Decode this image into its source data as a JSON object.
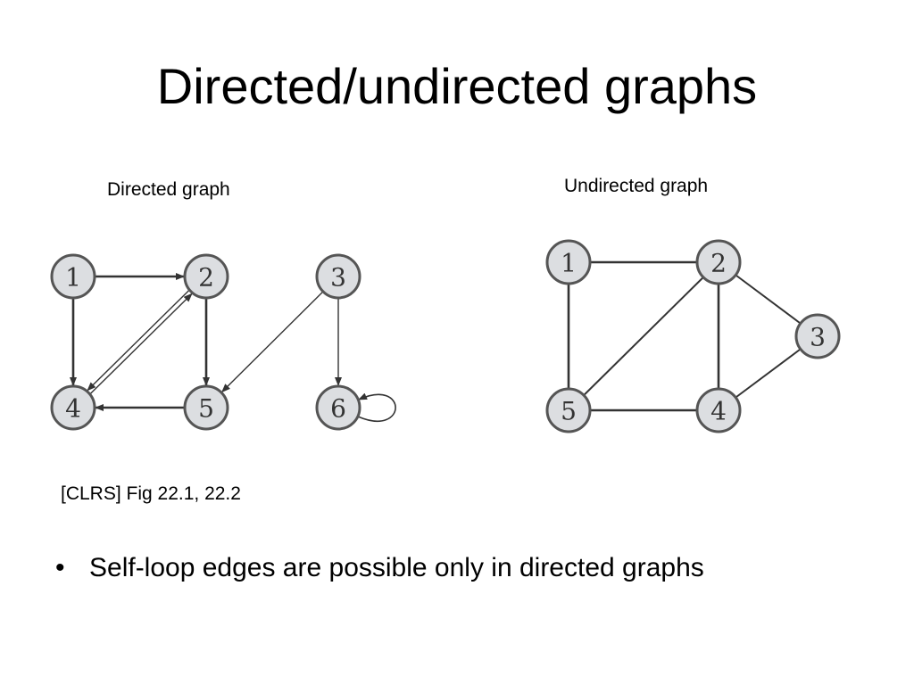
{
  "slide": {
    "title": "Directed/undirected graphs",
    "directed_caption": "Directed graph",
    "undirected_caption": "Undirected graph",
    "source_caption": "[CLRS] Fig 22.1, 22.2"
  },
  "bullets": [
    {
      "marker": "•",
      "text": "Self-loop edges are possible only in directed graphs"
    }
  ],
  "directed_graph": {
    "nodes": [
      "1",
      "2",
      "3",
      "4",
      "5",
      "6"
    ],
    "edges": [
      {
        "from": "1",
        "to": "2"
      },
      {
        "from": "1",
        "to": "4"
      },
      {
        "from": "2",
        "to": "5"
      },
      {
        "from": "5",
        "to": "4"
      },
      {
        "from": "4",
        "to": "2"
      },
      {
        "from": "2",
        "to": "4"
      },
      {
        "from": "3",
        "to": "5"
      },
      {
        "from": "3",
        "to": "6"
      },
      {
        "from": "6",
        "to": "6"
      }
    ]
  },
  "undirected_graph": {
    "nodes": [
      "1",
      "2",
      "3",
      "4",
      "5"
    ],
    "edges": [
      {
        "from": "1",
        "to": "2"
      },
      {
        "from": "1",
        "to": "5"
      },
      {
        "from": "2",
        "to": "5"
      },
      {
        "from": "2",
        "to": "4"
      },
      {
        "from": "2",
        "to": "3"
      },
      {
        "from": "3",
        "to": "4"
      },
      {
        "from": "5",
        "to": "4"
      }
    ]
  }
}
